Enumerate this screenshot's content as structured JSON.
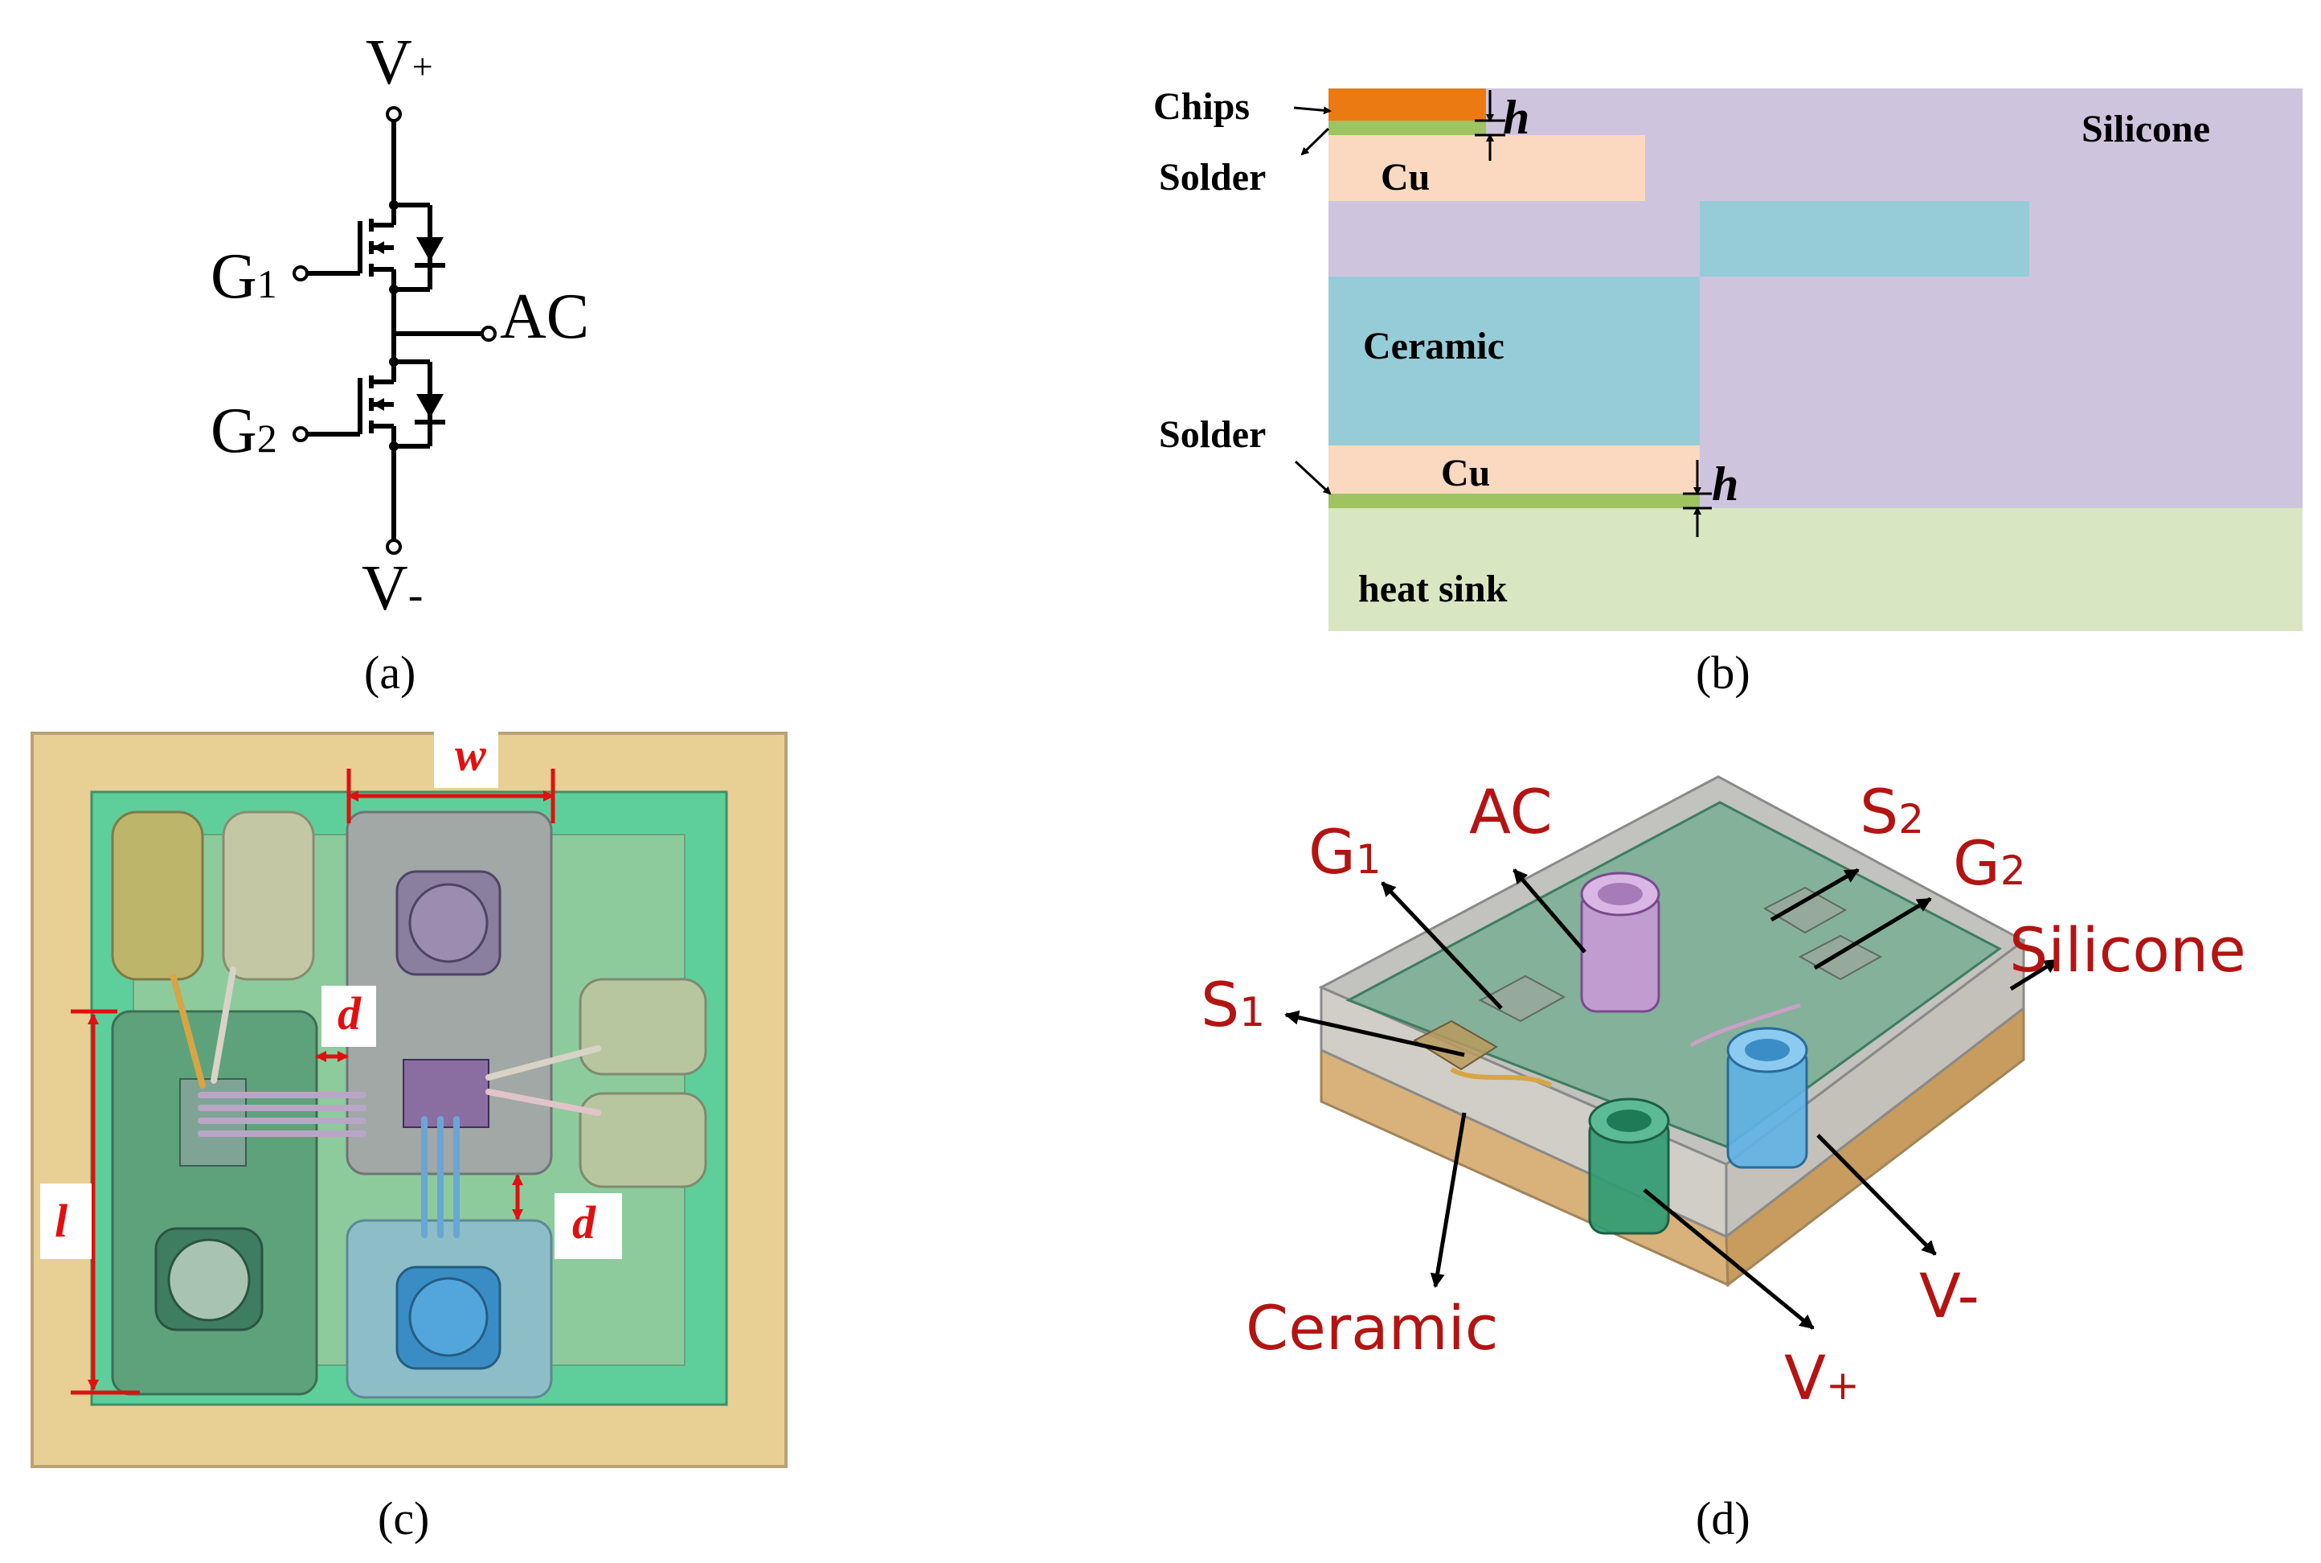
{
  "panels": {
    "a": {
      "label": "(a)"
    },
    "b": {
      "label": "(b)"
    },
    "c": {
      "label": "(c)"
    },
    "d": {
      "label": "(d)"
    }
  },
  "circuit": {
    "v_plus_main": "V",
    "v_plus_sub": "+",
    "v_minus_main": "V",
    "v_minus_sub": "-",
    "g1_main": "G",
    "g1_sub": "1",
    "g2_main": "G",
    "g2_sub": "2",
    "ac": "AC"
  },
  "cross_section": {
    "chips": "Chips",
    "solder_top": "Solder",
    "solder_bottom": "Solder",
    "cu_top": "Cu",
    "cu_bottom": "Cu",
    "silicone": "Silicone",
    "ceramic": "Ceramic",
    "heat_sink": "heat sink",
    "h_top": "h",
    "h_bottom": "h"
  },
  "layout_top": {
    "w": "w",
    "d_horizontal": "d",
    "d_vertical": "d",
    "l": "l"
  },
  "module_3d": {
    "g1_main": "G",
    "g1_sub": "1",
    "ac": "AC",
    "s2_main": "S",
    "s2_sub": "2",
    "g2_main": "G",
    "g2_sub": "2",
    "silicone": "Silicone",
    "s1_main": "S",
    "s1_sub": "1",
    "ceramic": "Ceramic",
    "v_plus_main": "V",
    "v_plus_sub": "+",
    "v_minus": "V-"
  },
  "colors": {
    "orange_chip": "#ec7a12",
    "solder_green": "#9ec360",
    "cu": "#fbd9c0",
    "silicone": "#cfc4dd",
    "ceramic": "#96ccd8",
    "heat_sink": "#d9e6c2",
    "frame_tan": "#e8cf94",
    "substrate_green": "#5ecf9a",
    "dimension_red": "#e01010",
    "label_red": "#b31412"
  }
}
